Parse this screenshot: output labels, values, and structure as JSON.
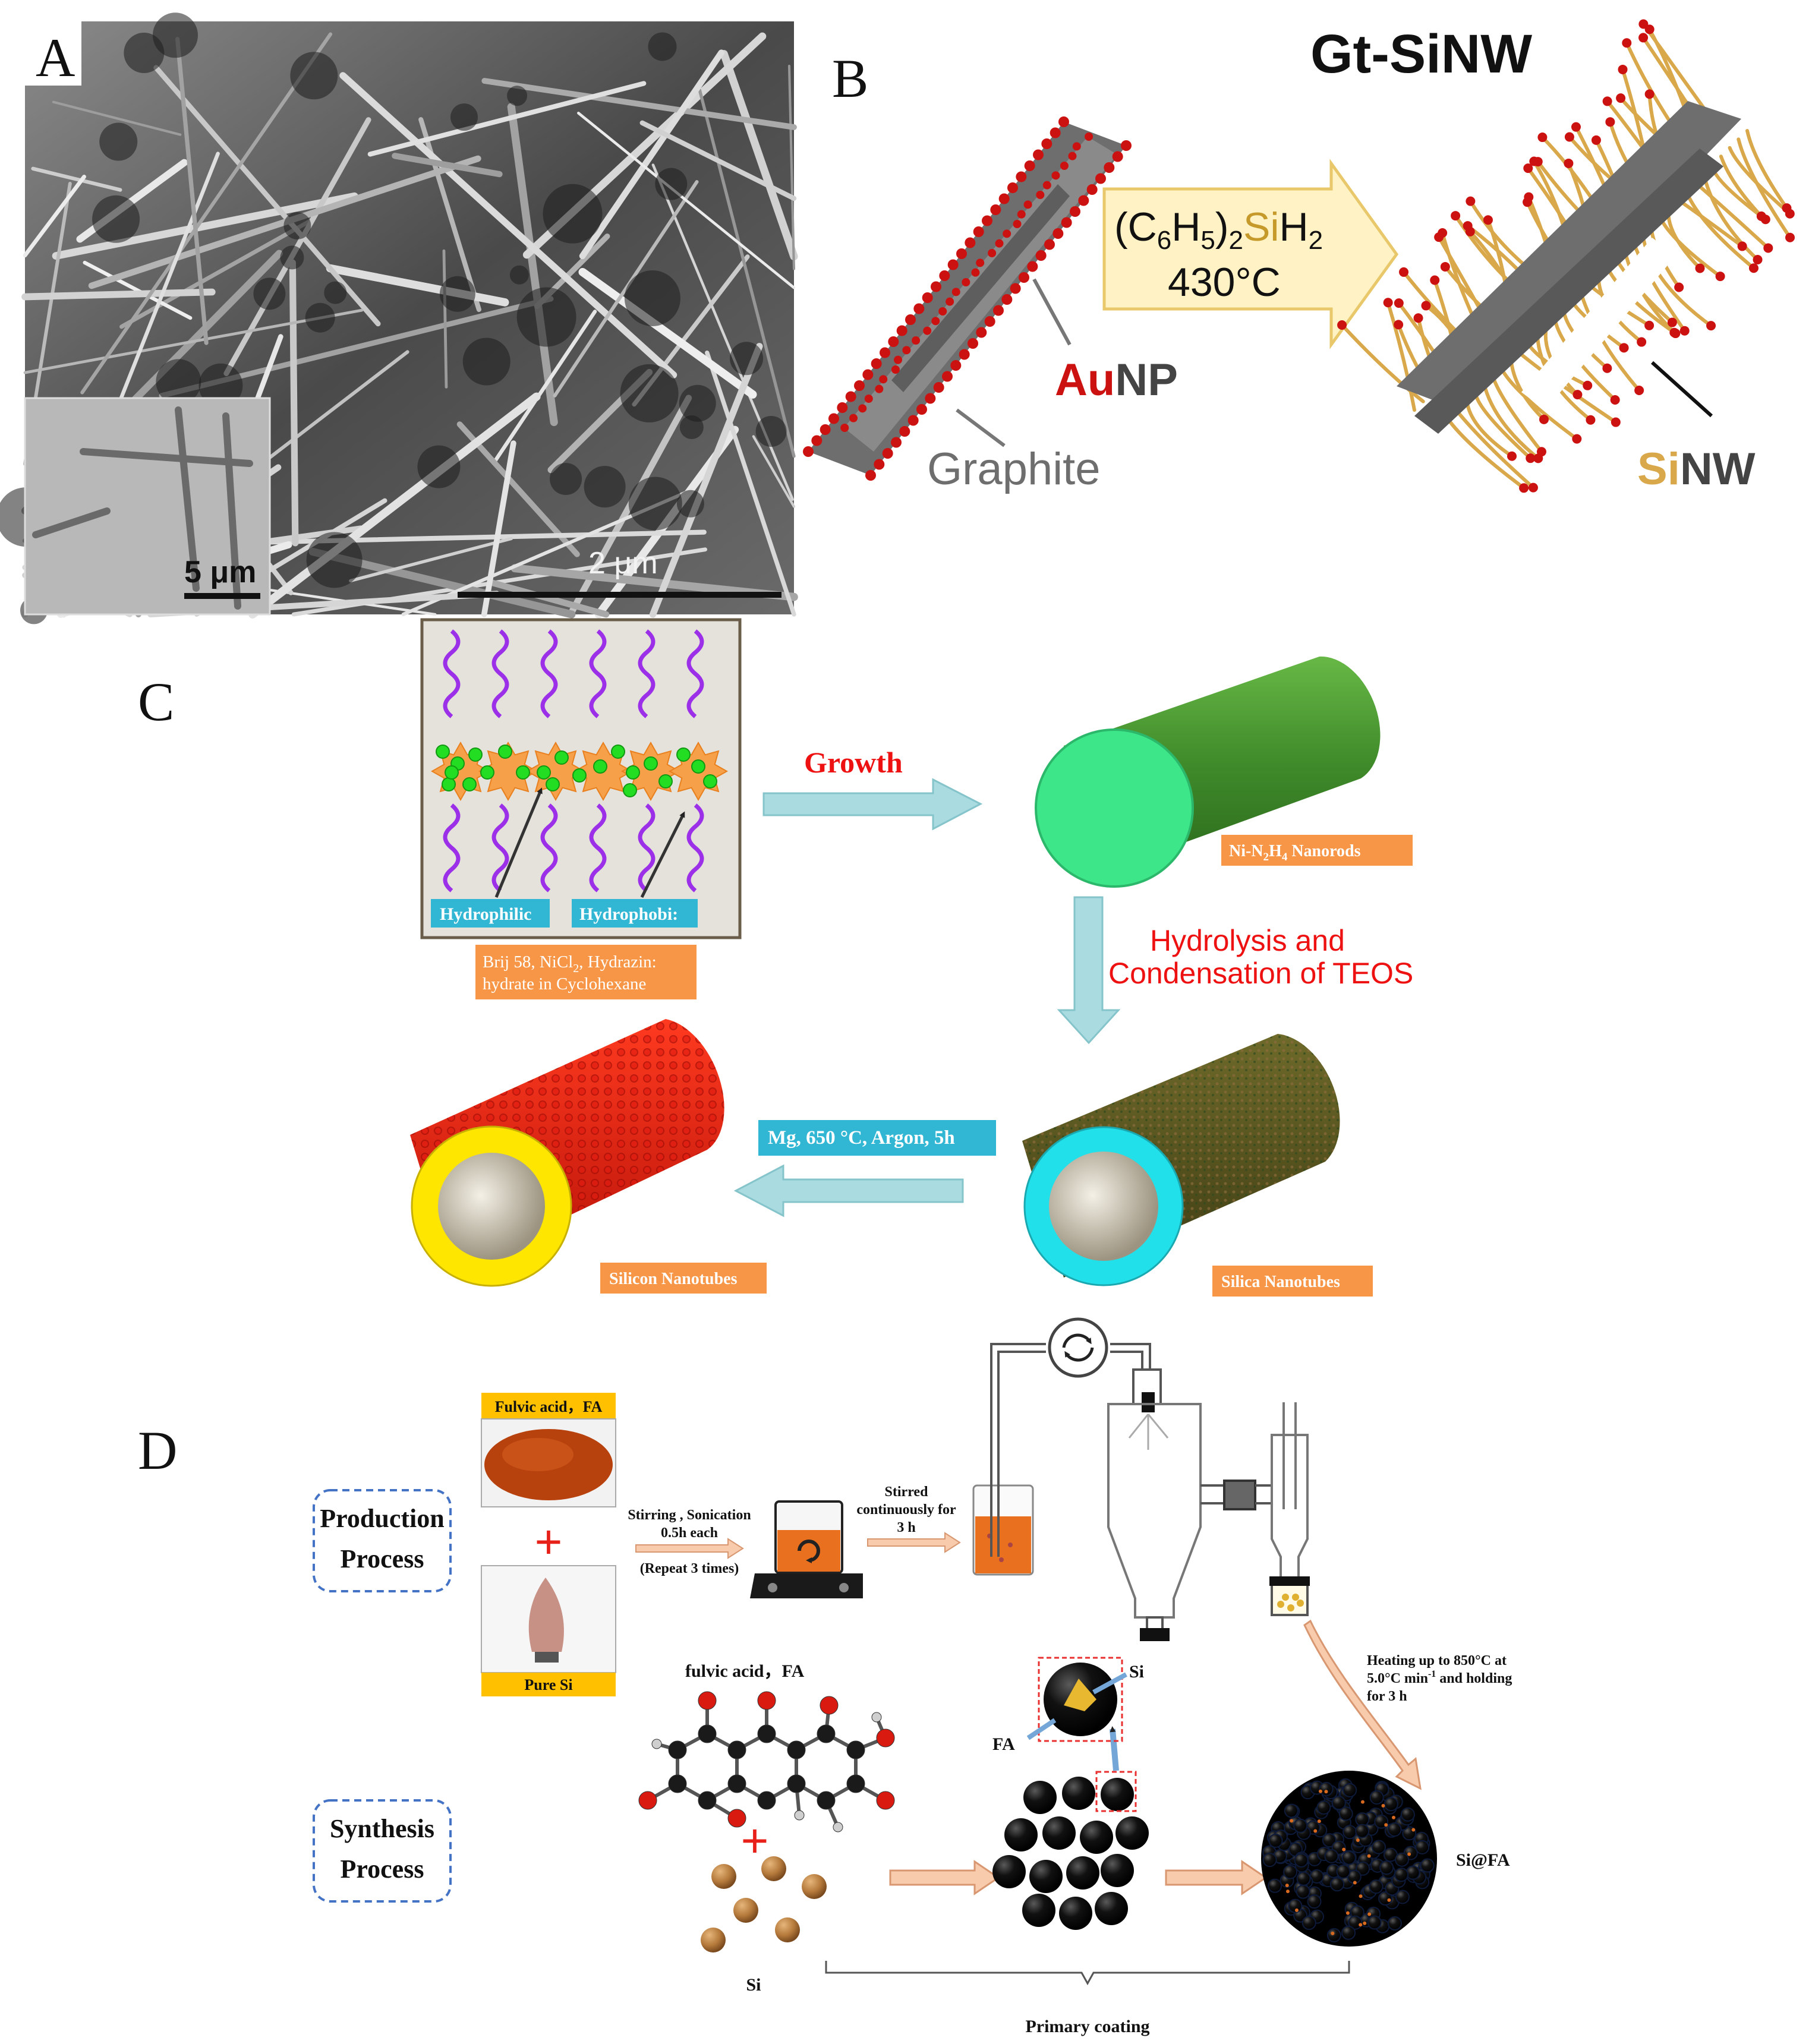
{
  "panelA": {
    "letter": "A",
    "scale_inset": "5 μm",
    "scale_main": "2 μm"
  },
  "panelB": {
    "letter": "B",
    "title": "Gt-SiNW",
    "reagent_a": "(C",
    "reagent_sub6": "6",
    "reagent_b": "H",
    "reagent_sub5": "5",
    "reagent_c": ")",
    "reagent_sub2": "2",
    "reagent_si": "Si",
    "reagent_h": "H",
    "reagent_sub2b": "2",
    "temperature": "430°C",
    "aunp_au": "Au",
    "aunp_np": "NP",
    "graphite": "Graphite",
    "sinw_si": "Si",
    "sinw_nw": "NW",
    "colors": {
      "gold": "#d9a84a",
      "red": "#cc1111",
      "gray": "#6e6e6e",
      "arrow_fill": "#fff2c4",
      "arrow_stroke": "#e8c86a"
    }
  },
  "panelC": {
    "letter": "C",
    "hydrophilic": "Hydrophilic",
    "hydrophobic": "Hydrophobi:",
    "brij_line1": "Brij 58, NiCl",
    "brij_sub2": "2",
    "brij_line1_end": ", Hydrazin:",
    "brij_line2": "hydrate in Cyclohexane",
    "growth": "Growth",
    "nanorods_a": "Ni-N",
    "nanorods_sub2": "2",
    "nanorods_b": "H",
    "nanorods_sub4": "4",
    "nanorods_c": " Nanorods",
    "hydrolysis_line1": "Hydrolysis and",
    "hydrolysis_line2": "Condensation of TEOS",
    "mg_condition": "Mg, 650 °C, Argon, 5h",
    "silica_nanotubes": "Silica Nanotubes",
    "silicon_nanotubes": "Silicon Nanotubes",
    "colors": {
      "orange_label": "#f79646",
      "cyan_label": "#31b6d4",
      "arrow": "#a9dbe0",
      "red_text": "#ee1111"
    }
  },
  "panelD": {
    "letter": "D",
    "production_line1": "Production",
    "production_line2": "Process",
    "synthesis_line1": "Synthesis",
    "synthesis_line2": "Process",
    "fulvic_label": "Fulvic acid，FA",
    "pure_si_label": "Pure Si",
    "plus": "+",
    "stir_line1": "Stirring , Sonication",
    "stir_line2": "0.5h each",
    "stir_line3": "(Repeat 3 times)",
    "stirred_line1": "Stirred",
    "stirred_line2": "continuously for",
    "stirred_line3": "3 h",
    "heating_line1": "Heating up to 850°C at",
    "heating_line2a": "5.0°C min",
    "heating_sup": "-1",
    "heating_line2b": " and holding",
    "heating_line3": "for 3 h",
    "fulvic_mol_label": "fulvic acid，FA",
    "si_label": "Si",
    "fa_label": "FA",
    "si_particle_label": "Si",
    "product_label": "Si@FA",
    "primary_coating": "Primary coating",
    "colors": {
      "fa_bar": "#ffc000",
      "orange": "#e8701e",
      "dashed_blue": "#4472c4"
    }
  }
}
